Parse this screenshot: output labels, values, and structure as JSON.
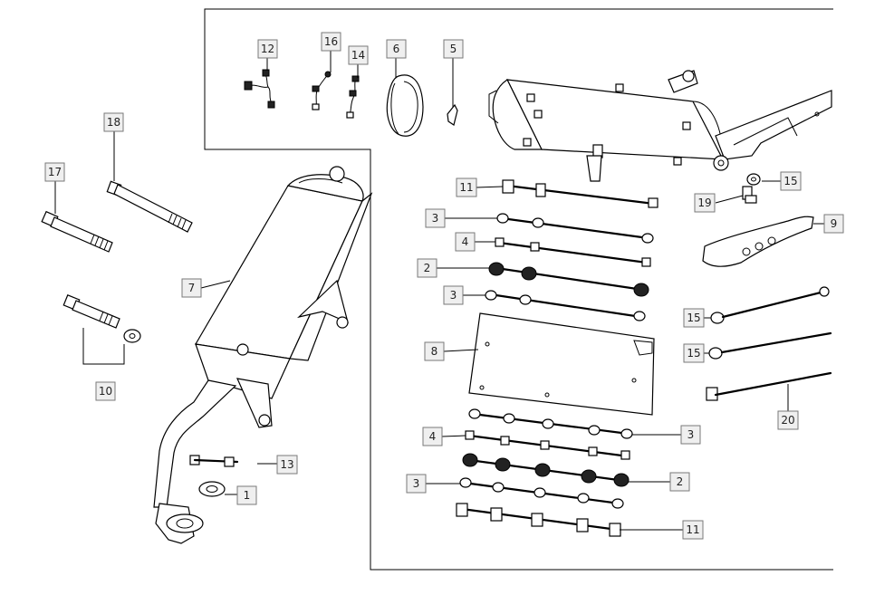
{
  "callouts": [
    {
      "key": "c12",
      "label": "12"
    },
    {
      "key": "c16",
      "label": "16"
    },
    {
      "key": "c14",
      "label": "14"
    },
    {
      "key": "c6",
      "label": "6"
    },
    {
      "key": "c5",
      "label": "5"
    },
    {
      "key": "c18",
      "label": "18"
    },
    {
      "key": "c17",
      "label": "17"
    },
    {
      "key": "c7",
      "label": "7"
    },
    {
      "key": "c10",
      "label": "10"
    },
    {
      "key": "c13",
      "label": "13"
    },
    {
      "key": "c1",
      "label": "1"
    },
    {
      "key": "c11a",
      "label": "11"
    },
    {
      "key": "c3a",
      "label": "3"
    },
    {
      "key": "c4a",
      "label": "4"
    },
    {
      "key": "c2a",
      "label": "2"
    },
    {
      "key": "c3b",
      "label": "3"
    },
    {
      "key": "c8",
      "label": "8"
    },
    {
      "key": "c4b",
      "label": "4"
    },
    {
      "key": "c3c",
      "label": "3"
    },
    {
      "key": "c3d",
      "label": "3"
    },
    {
      "key": "c2b",
      "label": "2"
    },
    {
      "key": "c11b",
      "label": "11"
    },
    {
      "key": "c15a",
      "label": "15"
    },
    {
      "key": "c19",
      "label": "19"
    },
    {
      "key": "c9",
      "label": "9"
    },
    {
      "key": "c15b",
      "label": "15"
    },
    {
      "key": "c15c",
      "label": "15"
    },
    {
      "key": "c20",
      "label": "20"
    }
  ]
}
